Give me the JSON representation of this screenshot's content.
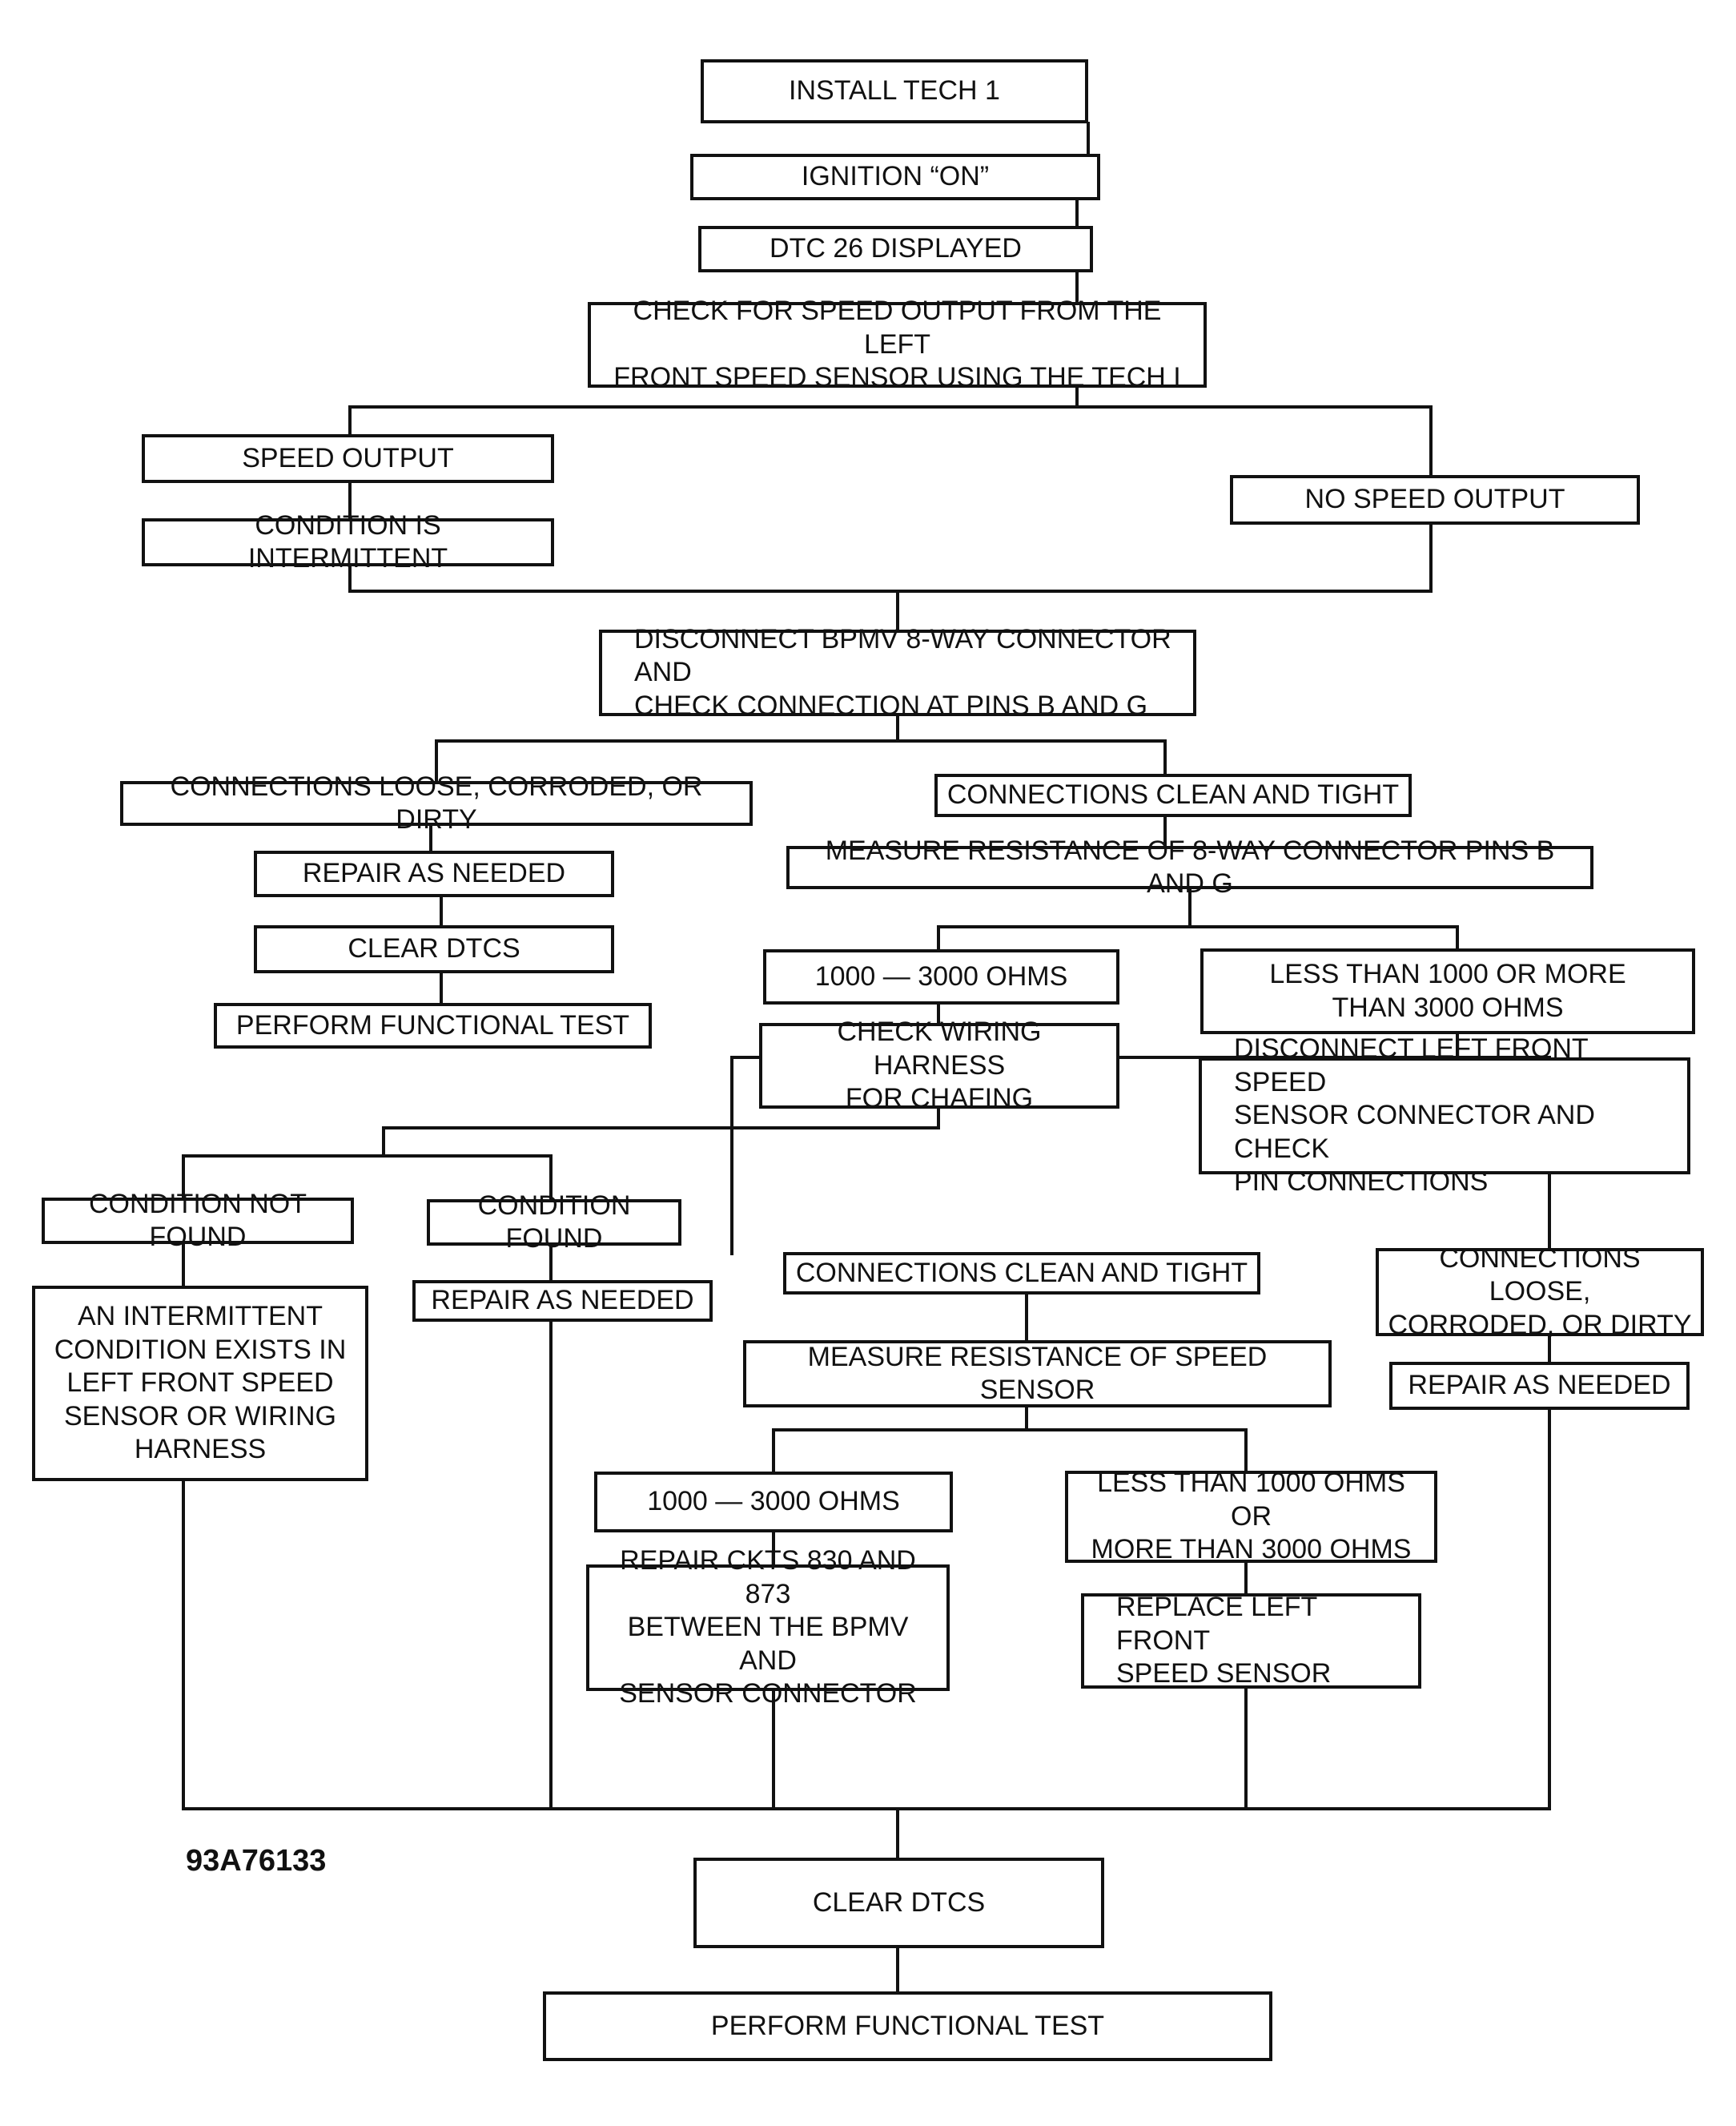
{
  "nodes": {
    "install_tech": "INSTALL TECH 1",
    "ignition_on": "IGNITION “ON”",
    "dtc_displayed": "DTC 26 DISPLAYED",
    "check_speed_output": "CHECK FOR SPEED OUTPUT FROM THE LEFT\nFRONT SPEED SENSOR USING THE TECH I",
    "speed_output": "SPEED OUTPUT",
    "condition_intermittent": "CONDITION IS INTERMITTENT",
    "no_speed_output": "NO SPEED OUTPUT",
    "disconnect_bpmv": "DISCONNECT BPMV 8-WAY CONNECTOR AND\nCHECK CONNECTION AT PINS B AND G",
    "conn_loose_1": "CONNECTIONS LOOSE, CORRODED, OR DIRTY",
    "repair_1": "REPAIR AS NEEDED",
    "clear_dtcs_1": "CLEAR DTCS",
    "functional_test_1": "PERFORM FUNCTIONAL TEST",
    "conn_clean_1": "CONNECTIONS CLEAN AND TIGHT",
    "measure_8way": "MEASURE RESISTANCE OF 8-WAY CONNECTOR PINS B AND G",
    "ohms_ok_1": "1000 — 3000 OHMS",
    "check_harness": "CHECK WIRING HARNESS\nFOR CHAFING",
    "ohms_bad_1": "LESS THAN 1000 OR MORE\nTHAN 3000 OHMS",
    "disconnect_sensor": "DISCONNECT LEFT FRONT SPEED\nSENSOR CONNECTOR AND CHECK\nPIN CONNECTIONS",
    "condition_not_found": "CONDITION NOT FOUND",
    "intermittent_exists": "AN INTERMITTENT\nCONDITION EXISTS IN\nLEFT FRONT SPEED\nSENSOR OR WIRING\nHARNESS",
    "condition_found": "CONDITION FOUND",
    "repair_2": "REPAIR AS NEEDED",
    "conn_clean_2": "CONNECTIONS CLEAN AND TIGHT",
    "measure_sensor": "MEASURE RESISTANCE OF SPEED SENSOR",
    "conn_loose_2": "CONNECTIONS LOOSE,\nCORRODED, OR DIRTY",
    "repair_3": "REPAIR AS NEEDED",
    "ohms_ok_2": "1000 — 3000 OHMS",
    "repair_ckts": "REPAIR CKTS 830 AND 873\nBETWEEN THE BPMV AND\nSENSOR CONNECTOR",
    "ohms_bad_2": "LESS THAN 1000 OHMS OR\nMORE THAN 3000 OHMS",
    "replace_sensor": "REPLACE LEFT FRONT\nSPEED SENSOR",
    "clear_dtcs_final": "CLEAR DTCS",
    "functional_test_final": "PERFORM FUNCTIONAL TEST"
  },
  "figure_id": "93A76133"
}
